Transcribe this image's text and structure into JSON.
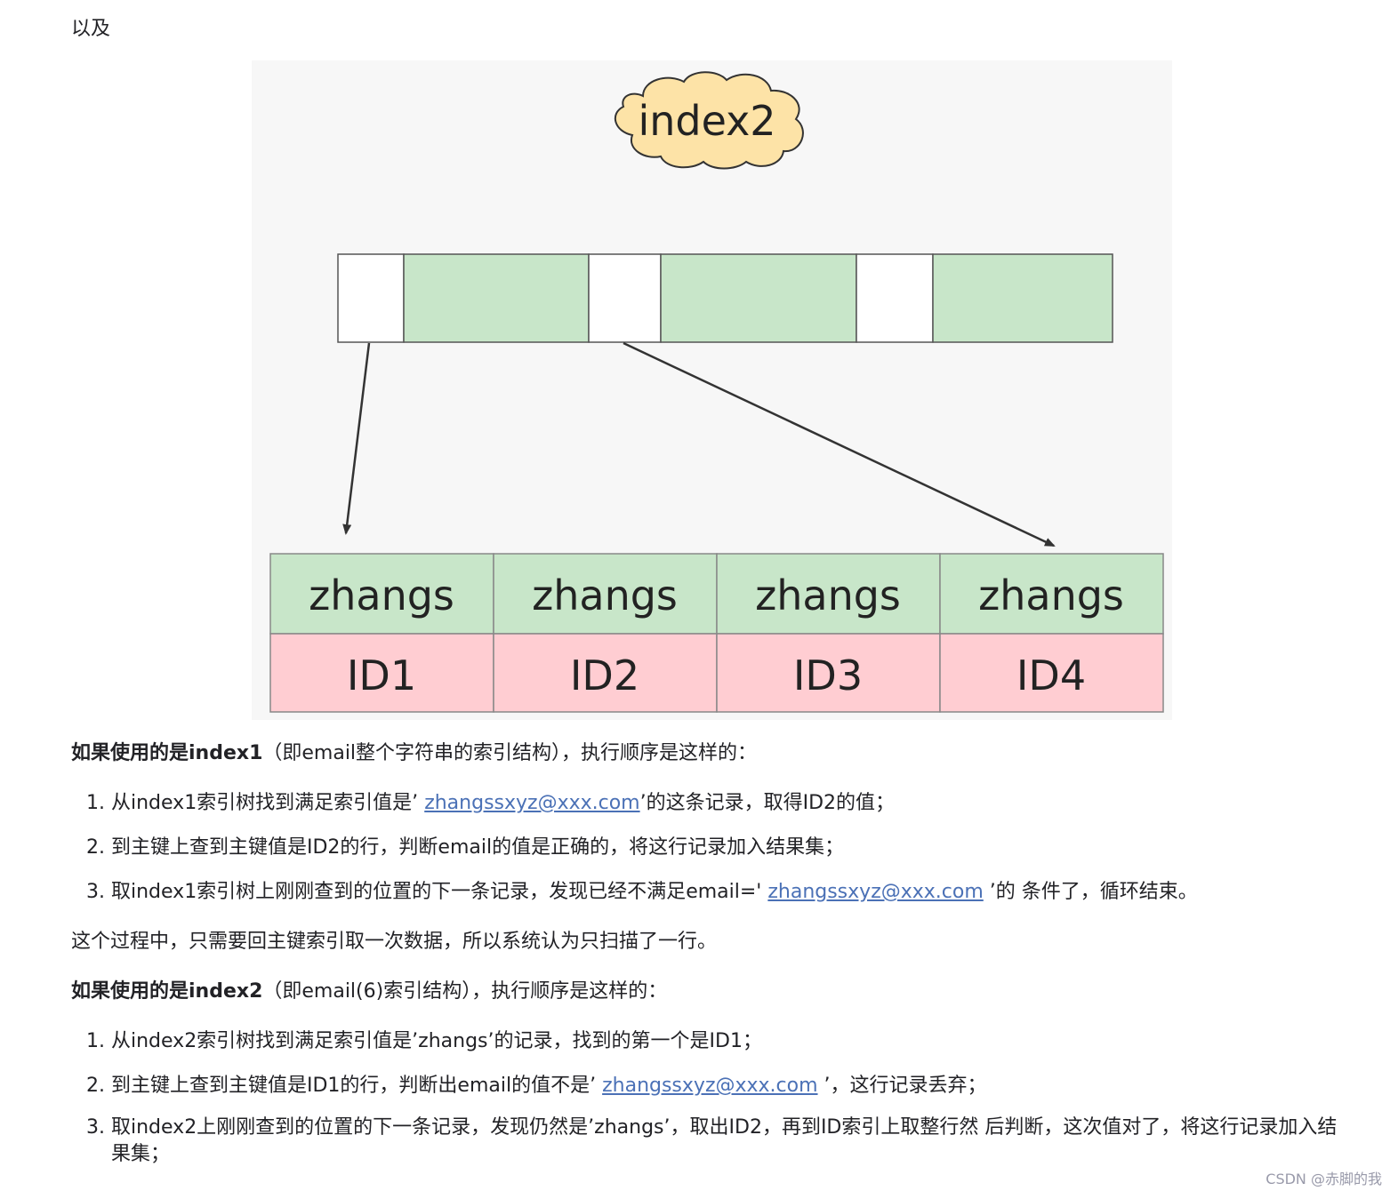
{
  "intro": "以及",
  "figure": {
    "cloud_label": "index2",
    "cells_top": [
      "zhangs",
      "zhangs",
      "zhangs",
      "zhangs"
    ],
    "cells_bottom": [
      "ID1",
      "ID2",
      "ID3",
      "ID4"
    ],
    "colors": {
      "green": "#c8e6c9",
      "pink": "#ffcdd2",
      "cloud": "#fde3a7",
      "bg": "#f7f7f7"
    }
  },
  "section1": {
    "heading_bold": "如果使用的是index1",
    "heading_rest": "（即email整个字符串的索引结构），执行顺序是这样的：",
    "items": [
      {
        "before": "从index1索引树找到满足索引值是’ ",
        "link": "zhangssxyz@xxx.com",
        "after": "’的这条记录，取得ID2的值；"
      },
      {
        "text": "到主键上查到主键值是ID2的行，判断email的值是正确的，将这行记录加入结果集；"
      },
      {
        "before": "取index1索引树上刚刚查到的位置的下一条记录，发现已经不满足email=' ",
        "link": "zhangssxyz@xxx.com",
        "after": " ’的 条件了，循环结束。"
      }
    ]
  },
  "summary": "这个过程中，只需要回主键索引取一次数据，所以系统认为只扫描了一行。",
  "section2": {
    "heading_bold": "如果使用的是index2",
    "heading_rest": "（即email(6)索引结构），执行顺序是这样的：",
    "items": [
      {
        "text": "从index2索引树找到满足索引值是’zhangs’的记录，找到的第一个是ID1；"
      },
      {
        "before": "到主键上查到主键值是ID1的行，判断出email的值不是’ ",
        "link": "zhangssxyz@xxx.com",
        "after": " ’，这行记录丢弃；"
      },
      {
        "text": "取index2上刚刚查到的位置的下一条记录，发现仍然是’zhangs’，取出ID2，再到ID索引上取整行然 后判断，这次值对了，将这行记录加入结果集；"
      }
    ]
  },
  "watermark": "CSDN @赤脚的我"
}
